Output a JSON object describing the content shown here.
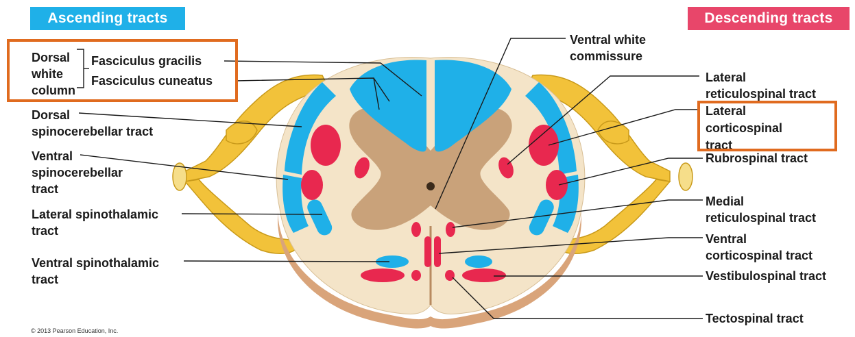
{
  "headers": {
    "ascending": "Ascending tracts",
    "descending": "Descending tracts"
  },
  "labels_left": {
    "dorsal_white_column": [
      "Dorsal",
      "white",
      "column"
    ],
    "fasciculus_gracilis": "Fasciculus gracilis",
    "fasciculus_cuneatus": "Fasciculus cuneatus",
    "dorsal_spinocerebellar": [
      "Dorsal",
      "spinocerebellar tract"
    ],
    "ventral_spinocerebellar": [
      "Ventral",
      "spinocerebellar",
      "tract"
    ],
    "lateral_spinothalamic": [
      "Lateral spinothalamic",
      "tract"
    ],
    "ventral_spinothalamic": [
      "Ventral spinothalamic",
      "tract"
    ]
  },
  "labels_right": {
    "ventral_white_commissure": [
      "Ventral white",
      "commissure"
    ],
    "lateral_reticulospinal": [
      "Lateral",
      "reticulospinal tract"
    ],
    "lateral_corticospinal": [
      "Lateral",
      "corticospinal",
      "tract"
    ],
    "rubrospinal": "Rubrospinal tract",
    "medial_reticulospinal": [
      "Medial",
      "reticulospinal tract"
    ],
    "ventral_corticospinal": [
      "Ventral",
      "corticospinal tract"
    ],
    "vestibulospinal": "Vestibulospinal tract",
    "tectospinal": "Tectospinal tract"
  },
  "copyright": "© 2013 Pearson Education, Inc.",
  "colors": {
    "ascending": "#1fb0e8",
    "descending": "#e8284f",
    "gray_matter": "#c9a27a",
    "white_matter": "#f4e4c8",
    "nerve": "#f2c23a",
    "highlight": "#e06b1f"
  }
}
